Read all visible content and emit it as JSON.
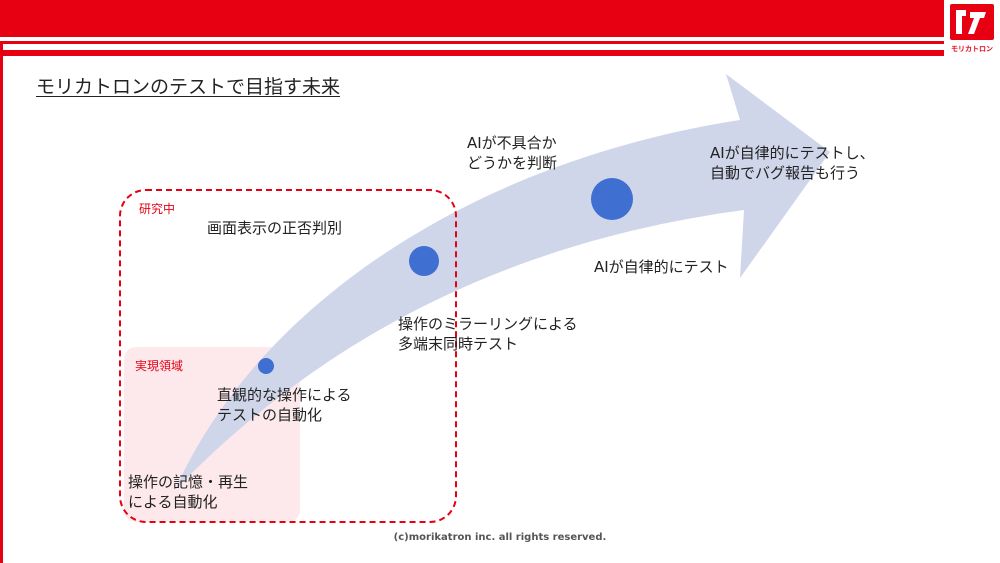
{
  "brand": {
    "logo_text": "モリカトロン",
    "accent_color": "#e60012"
  },
  "slide": {
    "title": "モリカトロンのテストで目指す未来",
    "region_research": "研究中",
    "region_realized": "実現領域",
    "research_item": "画面表示の正否判別",
    "milestones": [
      {
        "label": "操作の記憶・再生\nによる自動化"
      },
      {
        "label": "直観的な操作による\nテストの自動化"
      },
      {
        "label": "操作のミラーリングによる\n多端末同時テスト"
      },
      {
        "label": "AIが自律的にテスト"
      }
    ],
    "upper_labels": [
      "AIが不具合か\nどうかを判断",
      "AIが自律的にテストし、\n自動でバグ報告も行う"
    ],
    "footer": "(c)morikatron inc. all rights reserved."
  }
}
